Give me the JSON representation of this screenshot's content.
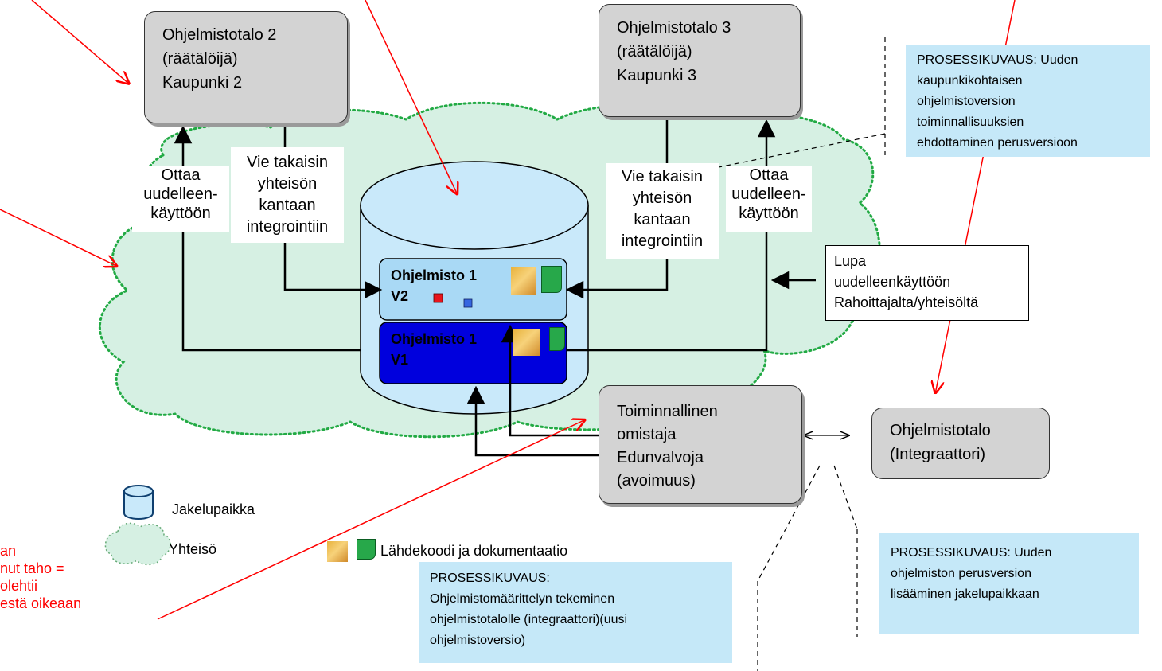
{
  "nodes": {
    "ohjelmistotalo2": {
      "lines": [
        "Ohjelmistotalo 2",
        "(räätälöijä)",
        "Kaupunki  2"
      ]
    },
    "ohjelmistotalo3": {
      "lines": [
        "Ohjelmistotalo 3",
        "(räätälöijä)",
        "Kaupunki  3"
      ]
    },
    "toiminnallinen": {
      "lines": [
        "Toiminnallinen",
        "omistaja",
        "Edunvalvoja",
        "(avoimuus)"
      ]
    },
    "integraattori": {
      "lines": [
        "Ohjelmistotalo",
        "(Integraattori)"
      ]
    },
    "lupa": {
      "lines": [
        "Lupa",
        "uudelleenkäyttöön",
        "Rahoittajalta/yhteisöltä"
      ]
    },
    "software_v2": {
      "lines": [
        "Ohjelmisto 1",
        "V2"
      ]
    },
    "software_v1": {
      "lines": [
        "Ohjelmisto 1",
        "V1"
      ]
    }
  },
  "labels": {
    "ottaa_left": [
      "Ottaa",
      "uudelleen-",
      "käyttöön"
    ],
    "vie_left": [
      "Vie takaisin",
      "yhteisön",
      "kantaan",
      "integrointiin"
    ],
    "vie_right": [
      "Vie takaisin",
      "yhteisön",
      "kantaan",
      "integrointiin"
    ],
    "ottaa_right": [
      "Ottaa",
      "uudelleen-",
      "käyttöön"
    ]
  },
  "notes": {
    "top_right": [
      "PROSESSIKUVAUS: Uuden",
      "kaupunkikohtaisen",
      "ohjelmistoversion",
      "toiminnallisuuksien",
      "ehdottaminen perusversioon"
    ],
    "bottom_center": [
      "PROSESSIKUVAUS:",
      "Ohjelmistomäärittelyn tekeminen",
      "ohjelmistotalolle (integraattori)(uusi",
      "ohjelmistoversio)"
    ],
    "bottom_right": [
      "PROSESSIKUVAUS: Uuden",
      "ohjelmiston perusversion",
      "lisääminen jakelupaikkaan"
    ]
  },
  "legend": {
    "jakelupaikka": "Jakelupaikka",
    "yhteiso": "Yhteisö",
    "lahdekoodi": "Lähdekoodi ja dokumentaatio"
  },
  "red_text": [
    "an",
    "nut taho =",
    "olehtii",
    "estä oikeaan"
  ],
  "colors": {
    "box_fill": "#d3d3d3",
    "cloud_fill": "#d6f0e3",
    "cloud_border": "#22aa44",
    "cylinder_fill": "#c9e9fa",
    "v2_fill": "#a9d9f5",
    "v1_fill": "#0000dd",
    "note_fill": "#c5e8f8",
    "annotation_red": "#ff0000"
  }
}
